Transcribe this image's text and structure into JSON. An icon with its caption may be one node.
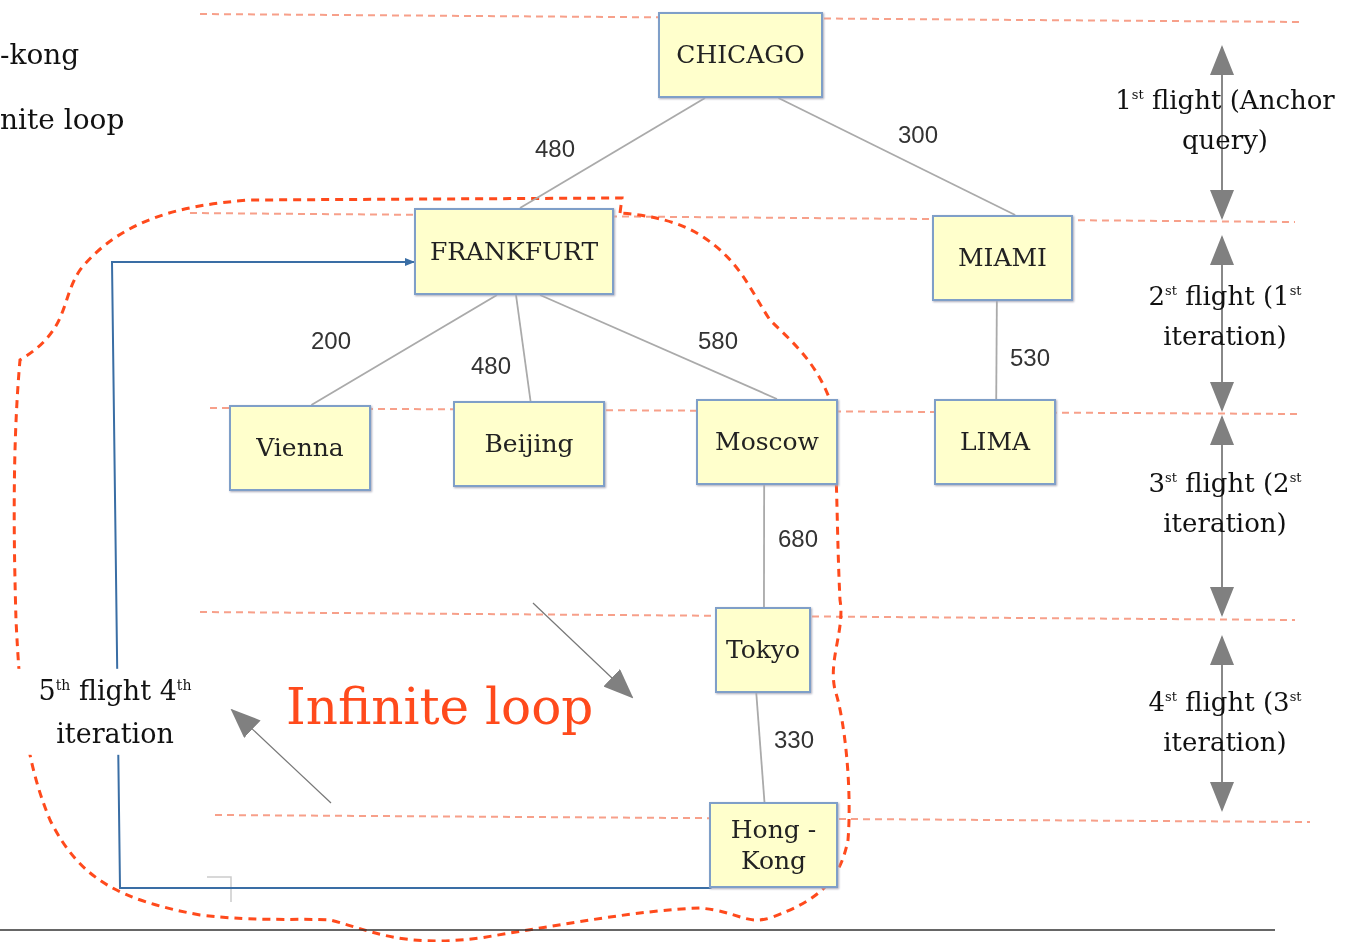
{
  "diagram": {
    "nodes": [
      {
        "text": [
          "CHICAGO"
        ]
      },
      {
        "text": [
          "FRANKFURT"
        ]
      },
      {
        "text": [
          "MIAMI"
        ]
      },
      {
        "text": [
          "Vienna"
        ]
      },
      {
        "text": [
          "Beijing"
        ]
      },
      {
        "text": [
          "Moscow"
        ]
      },
      {
        "text": [
          "LIMA"
        ]
      },
      {
        "text": [
          "Tokyo"
        ]
      },
      {
        "text": [
          "Hong - Kong"
        ]
      }
    ],
    "edges": [
      {
        "from": 0,
        "to": 1,
        "arrow": "none",
        "label": "480"
      },
      {
        "from": 0,
        "to": 2,
        "arrow": "none",
        "label": "300"
      },
      {
        "from": 1,
        "to": 3,
        "arrow": "none",
        "label": "200"
      },
      {
        "from": 1,
        "to": 4,
        "arrow": "none",
        "label": "480"
      },
      {
        "from": 1,
        "to": 5,
        "arrow": "none",
        "label": "580"
      },
      {
        "from": 2,
        "to": 6,
        "arrow": "none",
        "label": "530"
      },
      {
        "from": 5,
        "to": 7,
        "arrow": "none",
        "label": "680"
      },
      {
        "from": 7,
        "to": 8,
        "arrow": "none",
        "label": "330"
      },
      {
        "from": 8,
        "to": 1,
        "arrow": "to",
        "label": "5$^{th}$ flight 4$^{th}$ iteration",
        "color": "#3a6ea5"
      }
    ],
    "labels": [
      "-kong",
      "nite loop",
      "1$^{st}$ flight (Anchor query)",
      "2$^{st}$ flight (1$^{st}$ iteration)",
      "3$^{st}$ flight (2$^{st}$ iteration)",
      "4$^{st}$ flight (3$^{st}$ iteration)",
      "Infinite loop"
    ]
  }
}
